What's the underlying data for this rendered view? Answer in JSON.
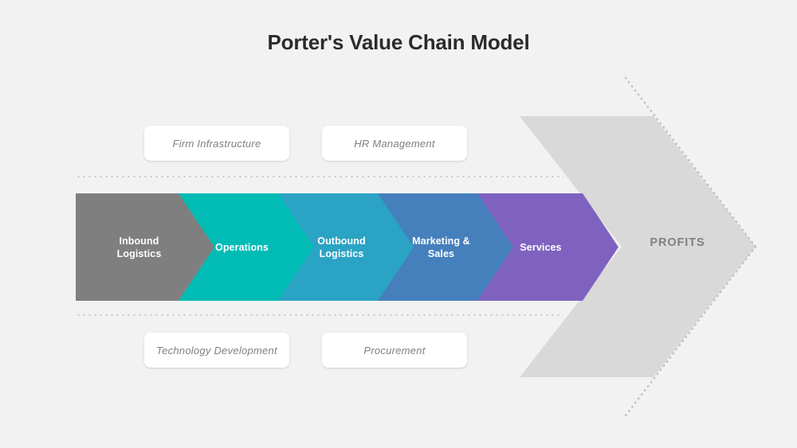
{
  "title": "Porter's Value Chain Model",
  "colors": {
    "background": "#f2f2f2",
    "big_arrow": "#d9d9d9",
    "dotted": "#bfbfbf",
    "support_box_bg": "#ffffff",
    "support_text": "#808080",
    "profits_text": "#808080"
  },
  "support_activities": {
    "top": [
      {
        "label": "Firm Infrastructure"
      },
      {
        "label": "HR Management"
      }
    ],
    "bottom": [
      {
        "label": "Technology Development"
      },
      {
        "label": "Procurement"
      }
    ]
  },
  "primary_activities": [
    {
      "label": "Inbound\nLogistics",
      "line1": "Inbound",
      "line2": "Logistics",
      "color": "#7f7f7f"
    },
    {
      "label": "Operations",
      "line1": "Operations",
      "line2": "",
      "color": "#00bcb4"
    },
    {
      "label": "Outbound\nLogistics",
      "line1": "Outbound",
      "line2": "Logistics",
      "color": "#2ba3c4"
    },
    {
      "label": "Marketing &\nSales",
      "line1": "Marketing &",
      "line2": "Sales",
      "color": "#4580bc"
    },
    {
      "label": "Services",
      "line1": "Services",
      "line2": "",
      "color": "#7f62c0"
    }
  ],
  "outcome": {
    "label": "PROFITS"
  }
}
